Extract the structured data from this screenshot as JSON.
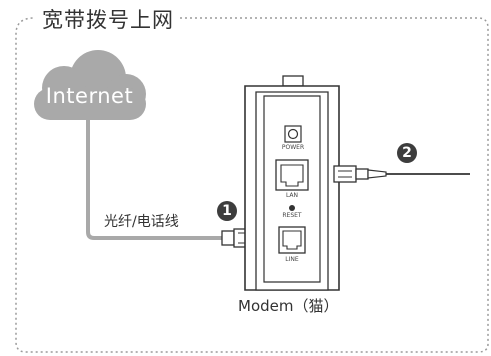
{
  "title": "宽带拨号上网",
  "cloud": {
    "label": "Internet"
  },
  "cable": {
    "label": "光纤/电话线"
  },
  "modem": {
    "label": "Modem（猫）",
    "ports": {
      "power": "POWER",
      "lan": "LAN",
      "reset": "RESET",
      "line": "LINE"
    }
  },
  "steps": {
    "one": "1",
    "two": "2"
  },
  "colors": {
    "cloud": "#a9a9a9",
    "cable": "#a9a9a9",
    "badge": "#3d3d3d",
    "outline": "#333333",
    "frame": "#9a9a9a"
  }
}
